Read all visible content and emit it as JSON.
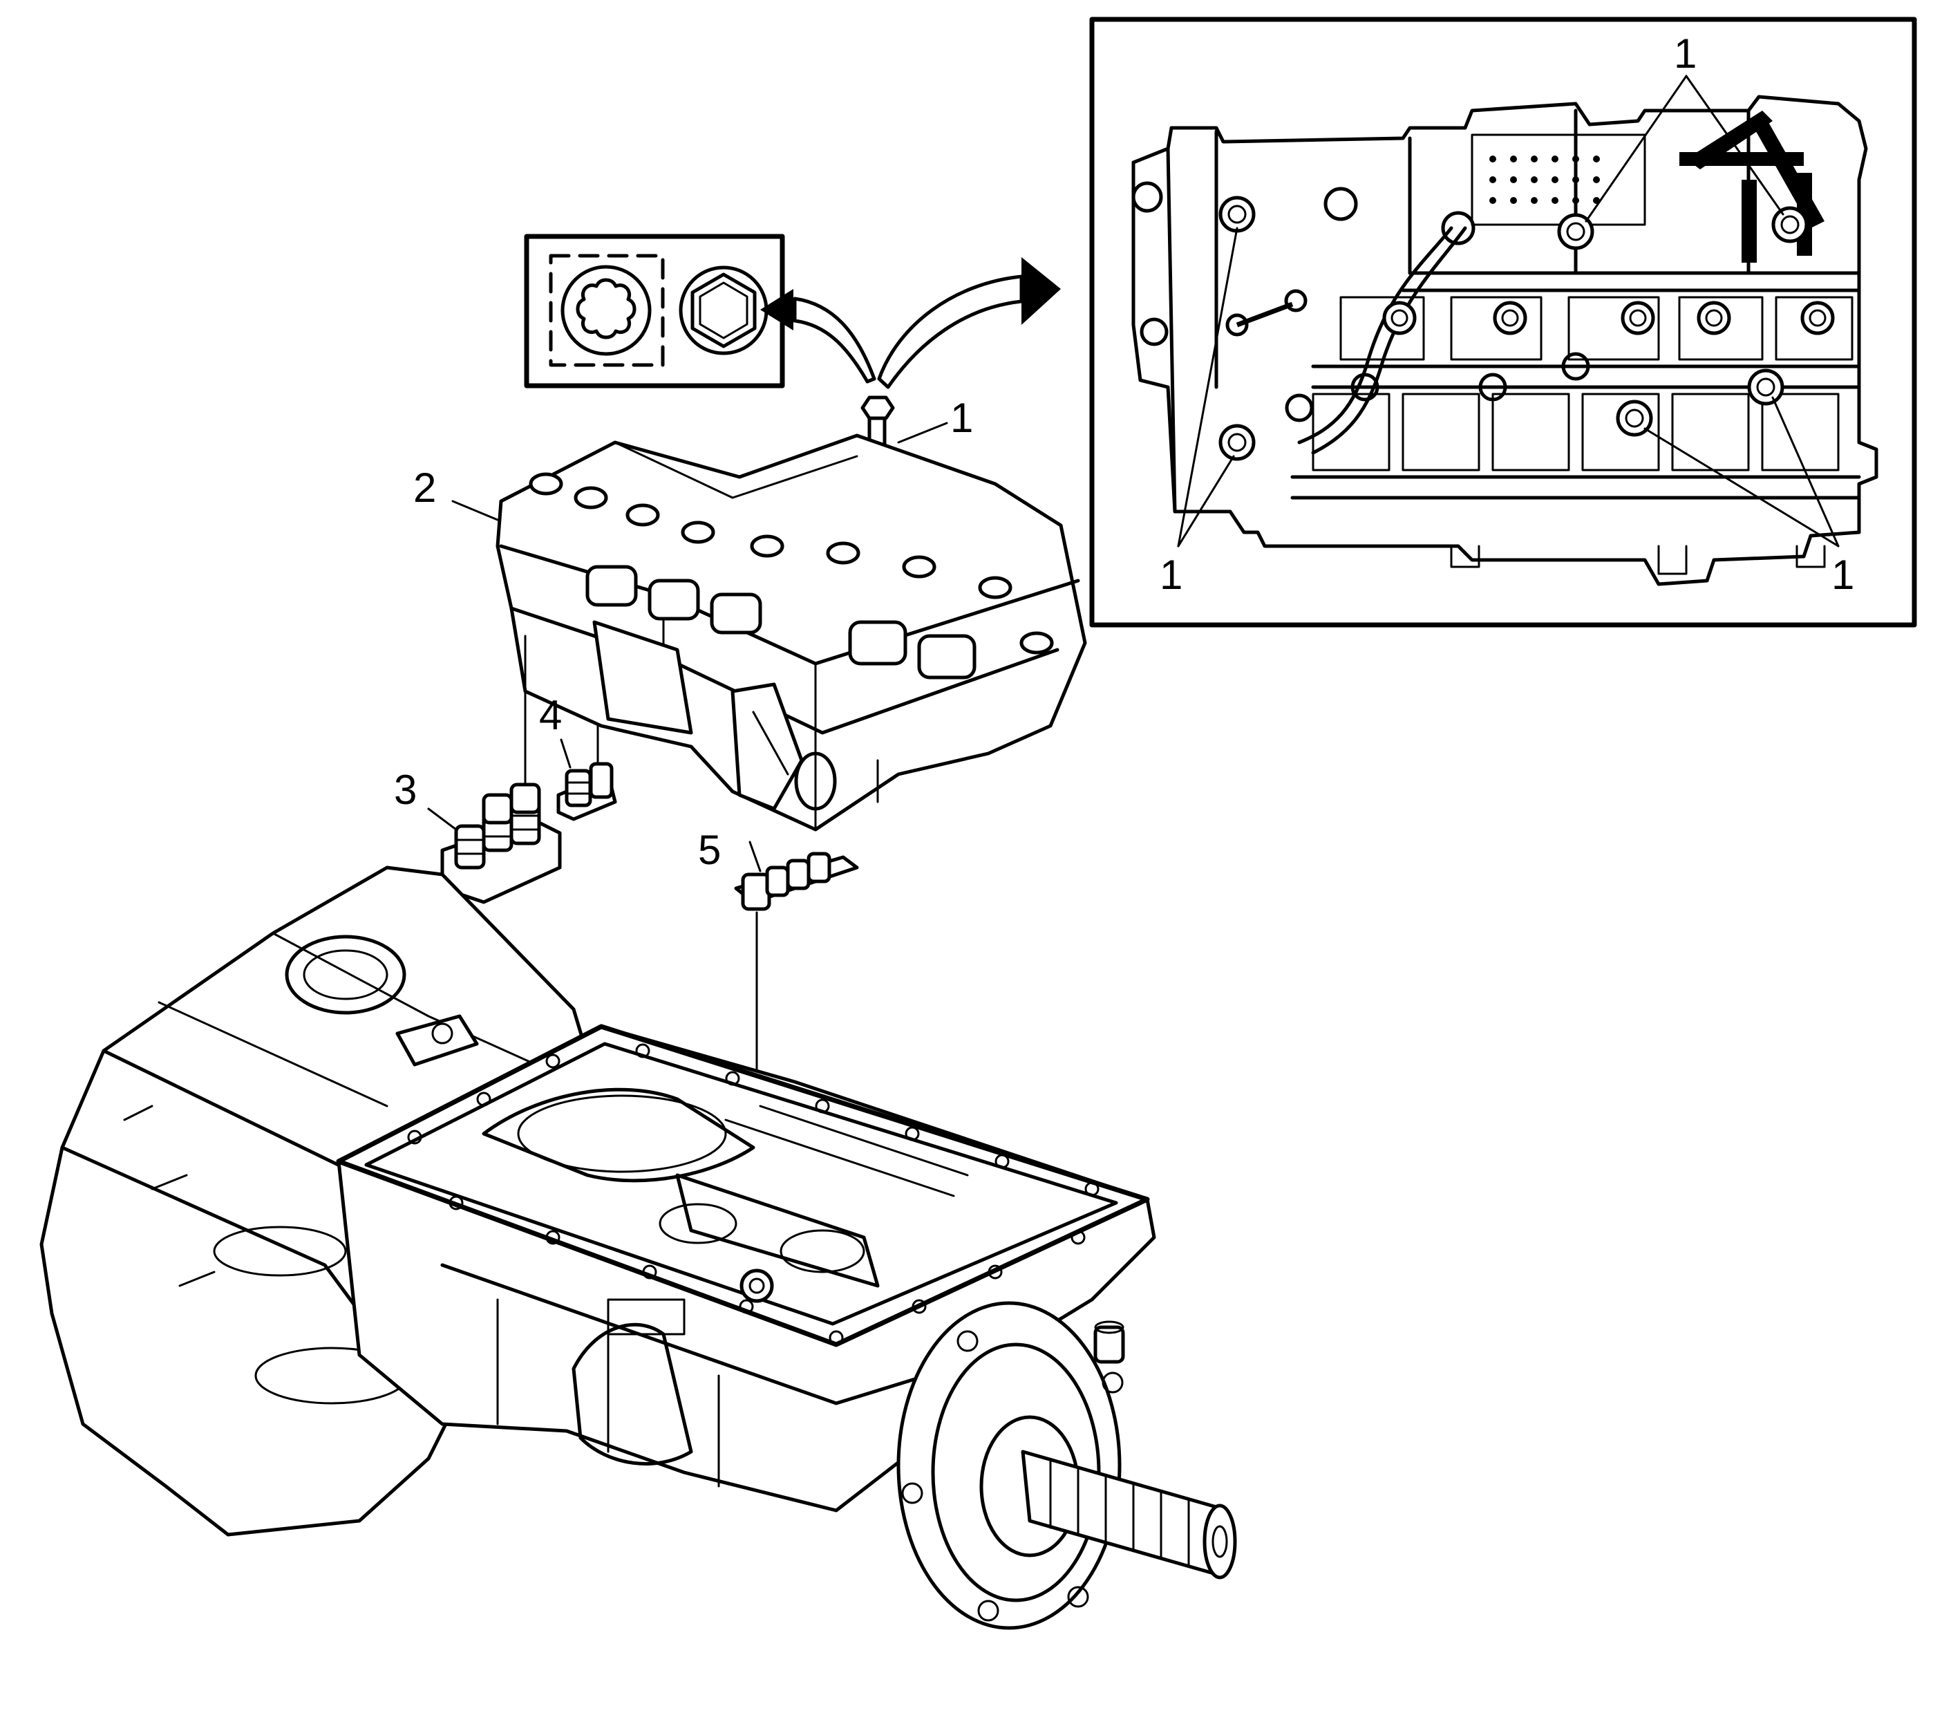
{
  "callouts": {
    "bolt": "1",
    "valve_body": "2",
    "seals_left": "3",
    "seals_middle": "4",
    "seals_front": "5",
    "inset_top": "1",
    "inset_bottom_left": "1",
    "inset_bottom_right": "1"
  },
  "icons": {
    "drive_type_panel": "torx-and-hex-head-icon",
    "arrow_left": "curved-arrow-left-icon",
    "arrow_right": "curved-arrow-right-icon"
  },
  "colors": {
    "line": "#000000",
    "background": "#ffffff"
  }
}
